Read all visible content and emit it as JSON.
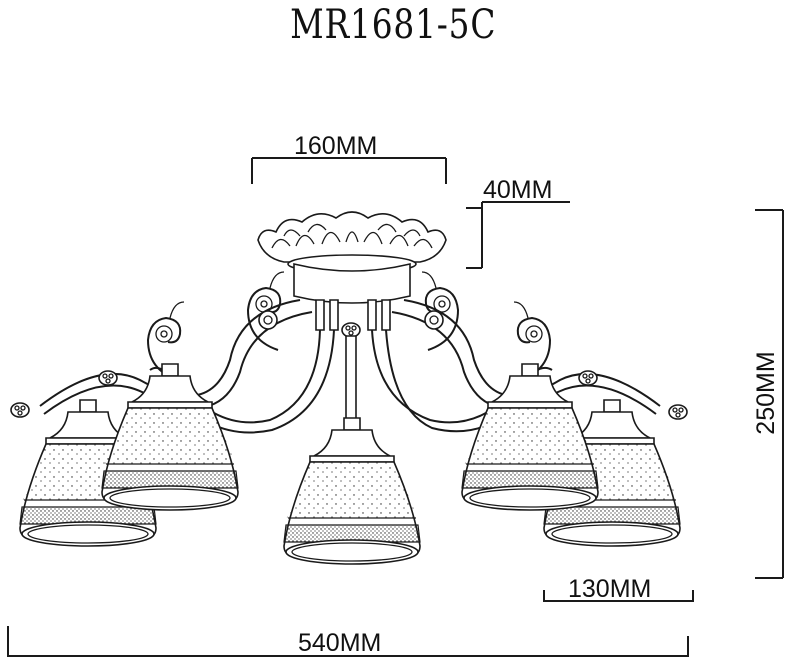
{
  "title": "MR1681-5C",
  "dimensions": {
    "canopy_width": "160MM",
    "canopy_height": "40MM",
    "total_height": "250MM",
    "shade_diameter": "130MM",
    "total_width": "540MM"
  },
  "drawing": {
    "subject": "5-arm ceiling chandelier with glass shades",
    "arms": 5,
    "line_color": "#1a1a1a",
    "background": "#ffffff"
  }
}
